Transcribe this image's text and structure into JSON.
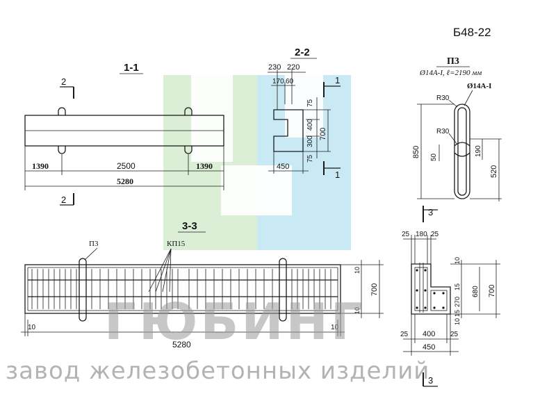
{
  "sheet_code": "Б48-22",
  "sections": {
    "s11": "1-1",
    "s22": "2-2",
    "s33": "3-3",
    "mark2": "2",
    "mark1": "1",
    "mark3": "3"
  },
  "dims_view11": {
    "left": "1390",
    "mid": "2500",
    "right": "1390",
    "total": "5280"
  },
  "dims_view22": {
    "top_a": "230",
    "top_b": "220",
    "sub_a": "170",
    "sub_b": "60",
    "v75a": "75",
    "v400": "400",
    "v300": "300",
    "v75b": "75",
    "v700": "700",
    "w450": "450"
  },
  "loop": {
    "title": "П3",
    "spec": "Ø14А-I, ℓ=2190 мм",
    "rebar": "Ø14А-I",
    "r1": "R30",
    "r2": "R30",
    "h850": "850",
    "d50": "50",
    "d190": "190",
    "d520": "520"
  },
  "view33": {
    "label_p3": "П3",
    "label_kp15": "КП15",
    "d10a": "10",
    "d10b": "10",
    "h700": "700",
    "d10left": "10",
    "d10right": "10",
    "total": "5280"
  },
  "cross33": {
    "t25a": "25",
    "t180": "180",
    "t25b": "25",
    "r10a": "10",
    "r15a": "15",
    "r270": "270",
    "r15b": "15",
    "r10b": "10",
    "r680": "680",
    "r700": "700",
    "b25a": "25",
    "b400": "400",
    "b25b": "25",
    "b450": "450"
  },
  "watermark": {
    "logo_text": "ГЮБИНГ",
    "subtitle": "завод железобетонных изделий"
  },
  "colors": {
    "logo_green": "#cfe9c8",
    "logo_blue": "#bfe6f2",
    "line": "#1a1a1a"
  }
}
